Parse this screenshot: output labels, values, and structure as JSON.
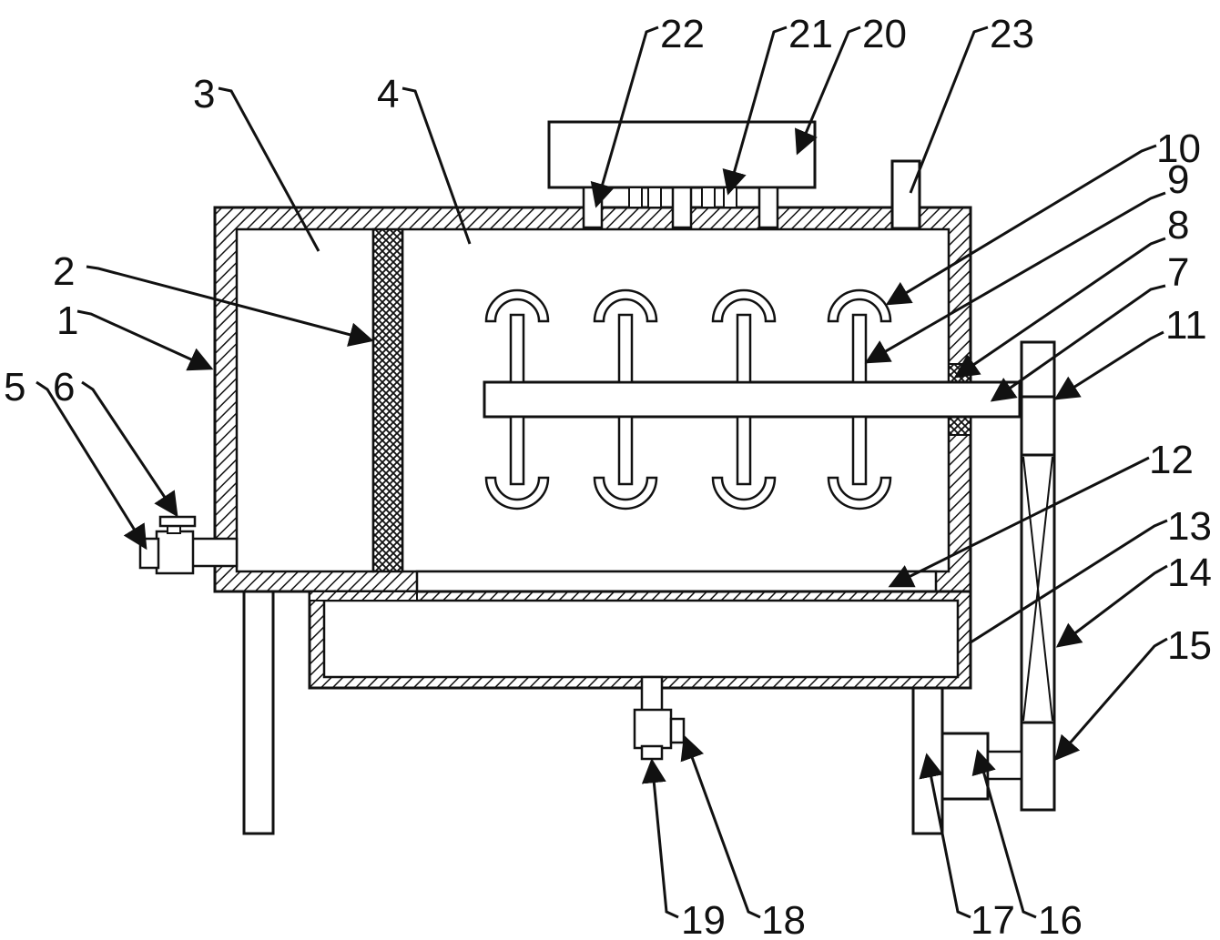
{
  "diagram": {
    "labels": [
      "1",
      "2",
      "3",
      "4",
      "5",
      "6",
      "7",
      "8",
      "9",
      "10",
      "11",
      "12",
      "13",
      "14",
      "15",
      "16",
      "17",
      "18",
      "19",
      "20",
      "21",
      "22",
      "23"
    ],
    "colors": {
      "stroke": "#111111",
      "background": "#ffffff"
    }
  }
}
